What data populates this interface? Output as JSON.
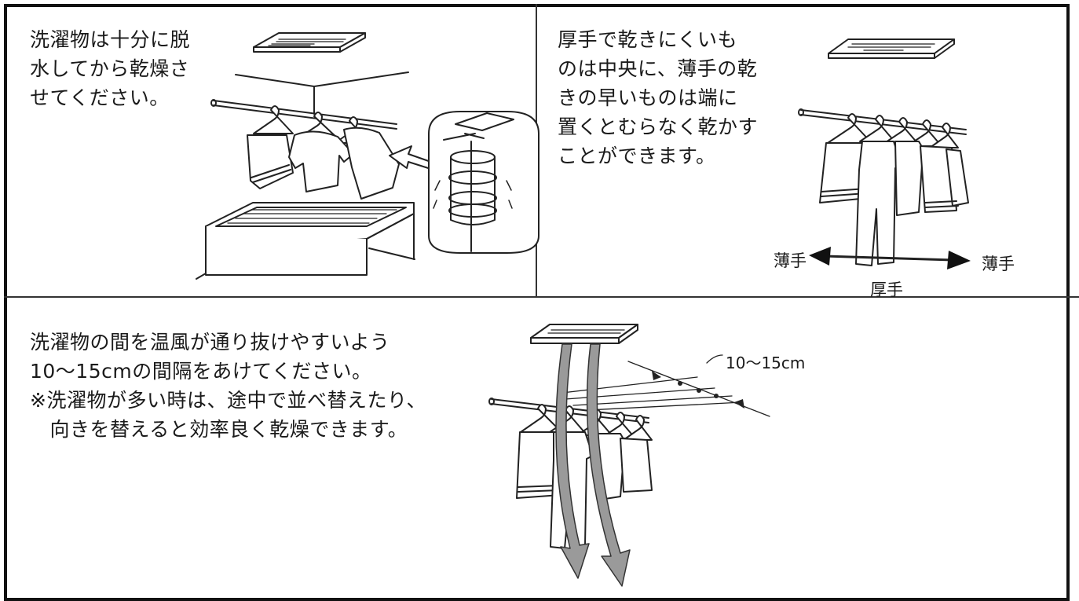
{
  "panel_top_left": {
    "lines": [
      "洗濯物は十分に脱",
      "水してから乾燥さ",
      "せてください。"
    ]
  },
  "panel_top_right": {
    "lines": [
      "厚手で乾きにくいも",
      "のは中央に、薄手の乾",
      "きの早いものは端に",
      "置くとむらなく乾かす",
      "ことができます。"
    ],
    "label_left": "薄手",
    "label_right": "薄手",
    "label_center": "厚手"
  },
  "panel_bottom": {
    "lines": [
      "洗濯物の間を温風が通り抜けやすいよう",
      "10〜15cmの間隔をあけてください。",
      "※洗濯物が多い時は、途中で並べ替えたり、",
      "　向きを替えると効率良く乾燥できます。"
    ],
    "spacing_label": "10〜15cm"
  }
}
